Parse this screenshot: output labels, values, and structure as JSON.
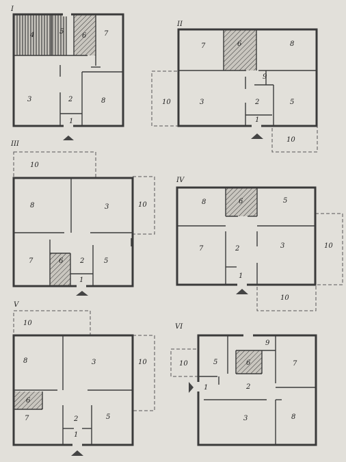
{
  "plans": [
    {
      "id": "I",
      "numeral": "I",
      "rooms": {
        "r4": "4",
        "r5": "5",
        "r6": "6",
        "r7": "7",
        "r3": "3",
        "r2": "2",
        "r8": "8",
        "r1": "1"
      }
    },
    {
      "id": "II",
      "numeral": "II",
      "rooms": {
        "r7": "7",
        "r6": "6",
        "r8": "8",
        "r9": "9",
        "r3": "3",
        "r2": "2",
        "r5": "5",
        "r1": "1",
        "r10a": "10",
        "r10b": "10"
      }
    },
    {
      "id": "III",
      "numeral": "III",
      "rooms": {
        "r10a": "10",
        "r8": "8",
        "r3": "3",
        "r10b": "10",
        "r7": "7",
        "r6": "6",
        "r2": "2",
        "r5": "5",
        "r1": "1"
      }
    },
    {
      "id": "IV",
      "numeral": "IV",
      "rooms": {
        "r8": "8",
        "r6": "6",
        "r5": "5",
        "r7": "7",
        "r2": "2",
        "r3": "3",
        "r10a": "10",
        "r1": "1",
        "r10b": "10"
      }
    },
    {
      "id": "V",
      "numeral": "V",
      "rooms": {
        "r10a": "10",
        "r8": "8",
        "r3": "3",
        "r10b": "10",
        "r6": "6",
        "r7": "7",
        "r2": "2",
        "r5": "5",
        "r1": "1"
      }
    },
    {
      "id": "VI",
      "numeral": "VI",
      "rooms": {
        "r9": "9",
        "r10": "10",
        "r5": "5",
        "r6": "6",
        "r7": "7",
        "r1": "1",
        "r2": "2",
        "r3": "3",
        "r8": "8"
      }
    }
  ]
}
